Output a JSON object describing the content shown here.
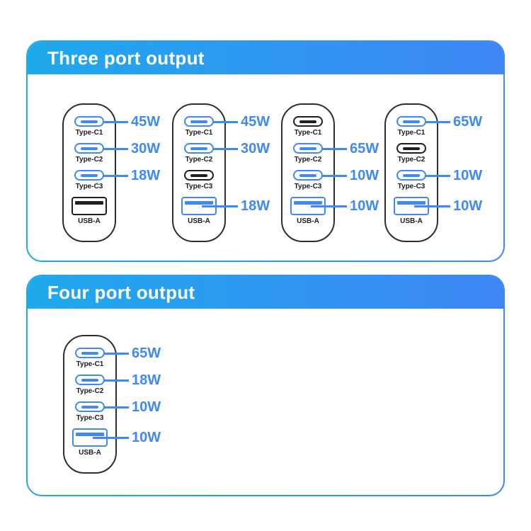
{
  "colors": {
    "gradient_start": "#1FA9EC",
    "gradient_end": "#3E86F5",
    "active": "#4089F0",
    "inactive": "#1F1F1F",
    "body_outline": "#2E2E2E",
    "background": "#FFFFFF"
  },
  "sections": [
    {
      "title": "Three port output",
      "chargers": [
        {
          "ports": [
            {
              "name": "Type-C1",
              "type": "c",
              "active": true,
              "watt": "45W"
            },
            {
              "name": "Type-C2",
              "type": "c",
              "active": true,
              "watt": "30W"
            },
            {
              "name": "Type-C3",
              "type": "c",
              "active": true,
              "watt": "18W"
            },
            {
              "name": "USB-A",
              "type": "a",
              "active": false,
              "watt": null
            }
          ]
        },
        {
          "ports": [
            {
              "name": "Type-C1",
              "type": "c",
              "active": true,
              "watt": "45W"
            },
            {
              "name": "Type-C2",
              "type": "c",
              "active": true,
              "watt": "30W"
            },
            {
              "name": "Type-C3",
              "type": "c",
              "active": false,
              "watt": null
            },
            {
              "name": "USB-A",
              "type": "a",
              "active": true,
              "watt": "18W"
            }
          ]
        },
        {
          "ports": [
            {
              "name": "Type-C1",
              "type": "c",
              "active": false,
              "watt": null
            },
            {
              "name": "Type-C2",
              "type": "c",
              "active": true,
              "watt": "65W"
            },
            {
              "name": "Type-C3",
              "type": "c",
              "active": true,
              "watt": "10W"
            },
            {
              "name": "USB-A",
              "type": "a",
              "active": true,
              "watt": "10W"
            }
          ]
        },
        {
          "ports": [
            {
              "name": "Type-C1",
              "type": "c",
              "active": true,
              "watt": "65W"
            },
            {
              "name": "Type-C2",
              "type": "c",
              "active": false,
              "watt": null
            },
            {
              "name": "Type-C3",
              "type": "c",
              "active": true,
              "watt": "10W"
            },
            {
              "name": "USB-A",
              "type": "a",
              "active": true,
              "watt": "10W"
            }
          ]
        }
      ]
    },
    {
      "title": "Four port output",
      "chargers": [
        {
          "ports": [
            {
              "name": "Type-C1",
              "type": "c",
              "active": true,
              "watt": "65W"
            },
            {
              "name": "Type-C2",
              "type": "c",
              "active": true,
              "watt": "18W"
            },
            {
              "name": "Type-C3",
              "type": "c",
              "active": true,
              "watt": "10W"
            },
            {
              "name": "USB-A",
              "type": "a",
              "active": true,
              "watt": "10W"
            }
          ]
        }
      ]
    }
  ]
}
